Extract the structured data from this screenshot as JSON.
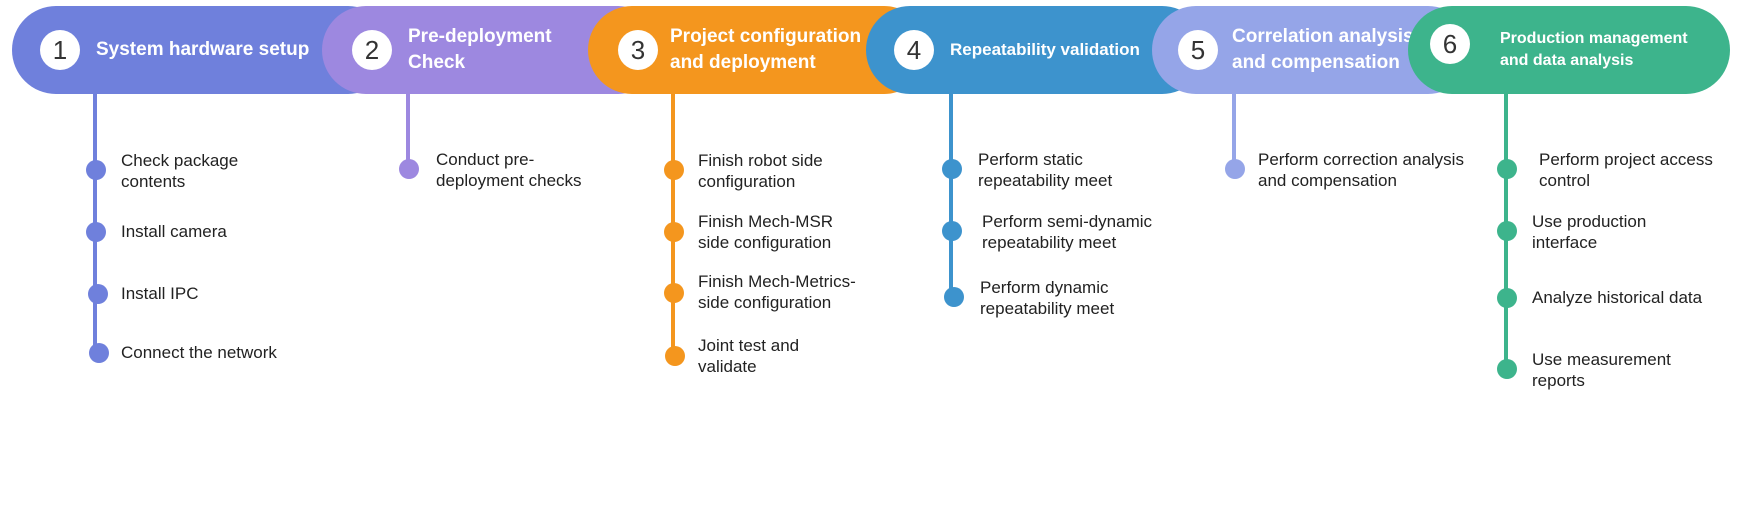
{
  "colors": {
    "s1": "#6f80dc",
    "s2": "#9d88e0",
    "s3": "#f4961e",
    "s4": "#3d93cd",
    "s5": "#95a5e8",
    "s6": "#3db48c"
  },
  "stages": [
    {
      "num": "1",
      "title": "System hardware setup",
      "steps": [
        "Check package\ncontents",
        "Install camera",
        "Install IPC",
        "Connect the network"
      ]
    },
    {
      "num": "2",
      "title": "Pre-deployment\n Check",
      "steps": [
        "Conduct pre-\ndeployment checks"
      ]
    },
    {
      "num": "3",
      "title": "Project configuration\nand deployment",
      "steps": [
        "Finish robot side\nconfiguration",
        "Finish Mech-MSR\nside configuration",
        "Finish Mech-Metrics-\nside configuration",
        "Joint test and\nvalidate"
      ]
    },
    {
      "num": "4",
      "title": "Repeatability validation",
      "steps": [
        "Perform static\nrepeatability meet",
        "Perform semi-dynamic\nrepeatability meet",
        "Perform dynamic\nrepeatability meet"
      ]
    },
    {
      "num": "5",
      "title": "Correlation analysis\nand compensation",
      "steps": [
        "Perform correction analysis\nand compensation"
      ]
    },
    {
      "num": "6",
      "title": "Production management\nand data analysis",
      "steps": [
        "Perform project access\ncontrol",
        "Use production\ninterface",
        "Analyze historical data",
        "Use measurement\nreports"
      ]
    }
  ]
}
